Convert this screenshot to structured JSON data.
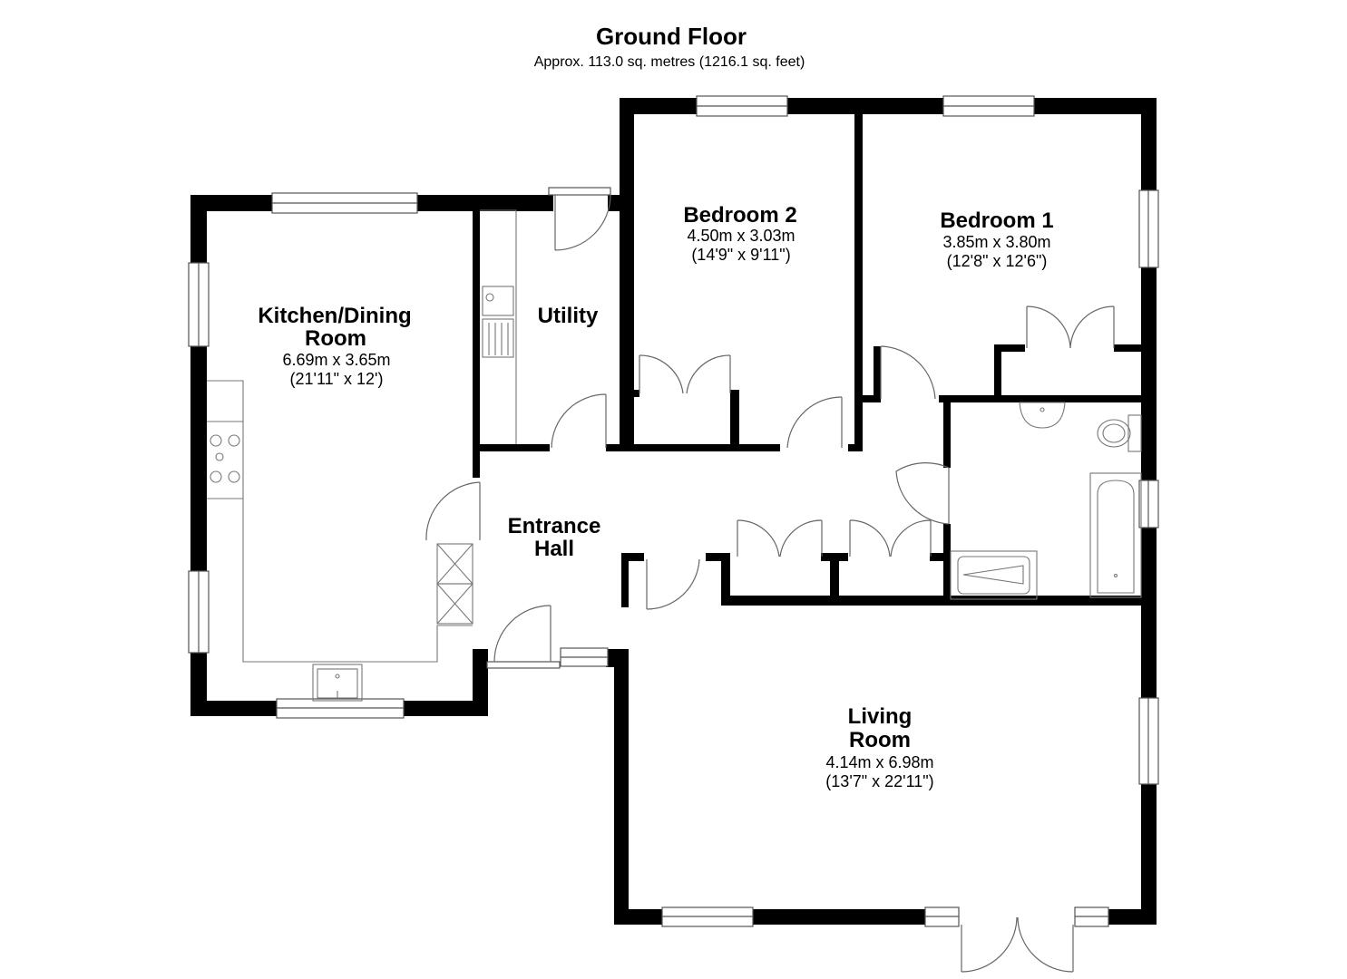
{
  "header": {
    "title": "Ground Floor",
    "subtitle": "Approx. 113.0 sq. metres (1216.1 sq. feet)"
  },
  "rooms": {
    "kitchen": {
      "name_line1": "Kitchen/Dining",
      "name_line2": "Room",
      "metric": "6.69m x 3.65m",
      "imperial": "(21'11\" x 12')"
    },
    "utility": {
      "name": "Utility"
    },
    "bedroom2": {
      "name": "Bedroom 2",
      "metric": "4.50m x 3.03m",
      "imperial": "(14'9\" x 9'11\")"
    },
    "bedroom1": {
      "name": "Bedroom 1",
      "metric": "3.85m x 3.80m",
      "imperial": "(12'8\" x 12'6\")"
    },
    "hall": {
      "name_line1": "Entrance",
      "name_line2": "Hall"
    },
    "living": {
      "name_line1": "Living",
      "name_line2": "Room",
      "metric": "4.14m x 6.98m",
      "imperial": "(13'7\" x 22'11\")"
    }
  },
  "colors": {
    "wall": "#000000",
    "line": "#777777",
    "fixture_fill": "#ffffff",
    "background": "#ffffff"
  }
}
